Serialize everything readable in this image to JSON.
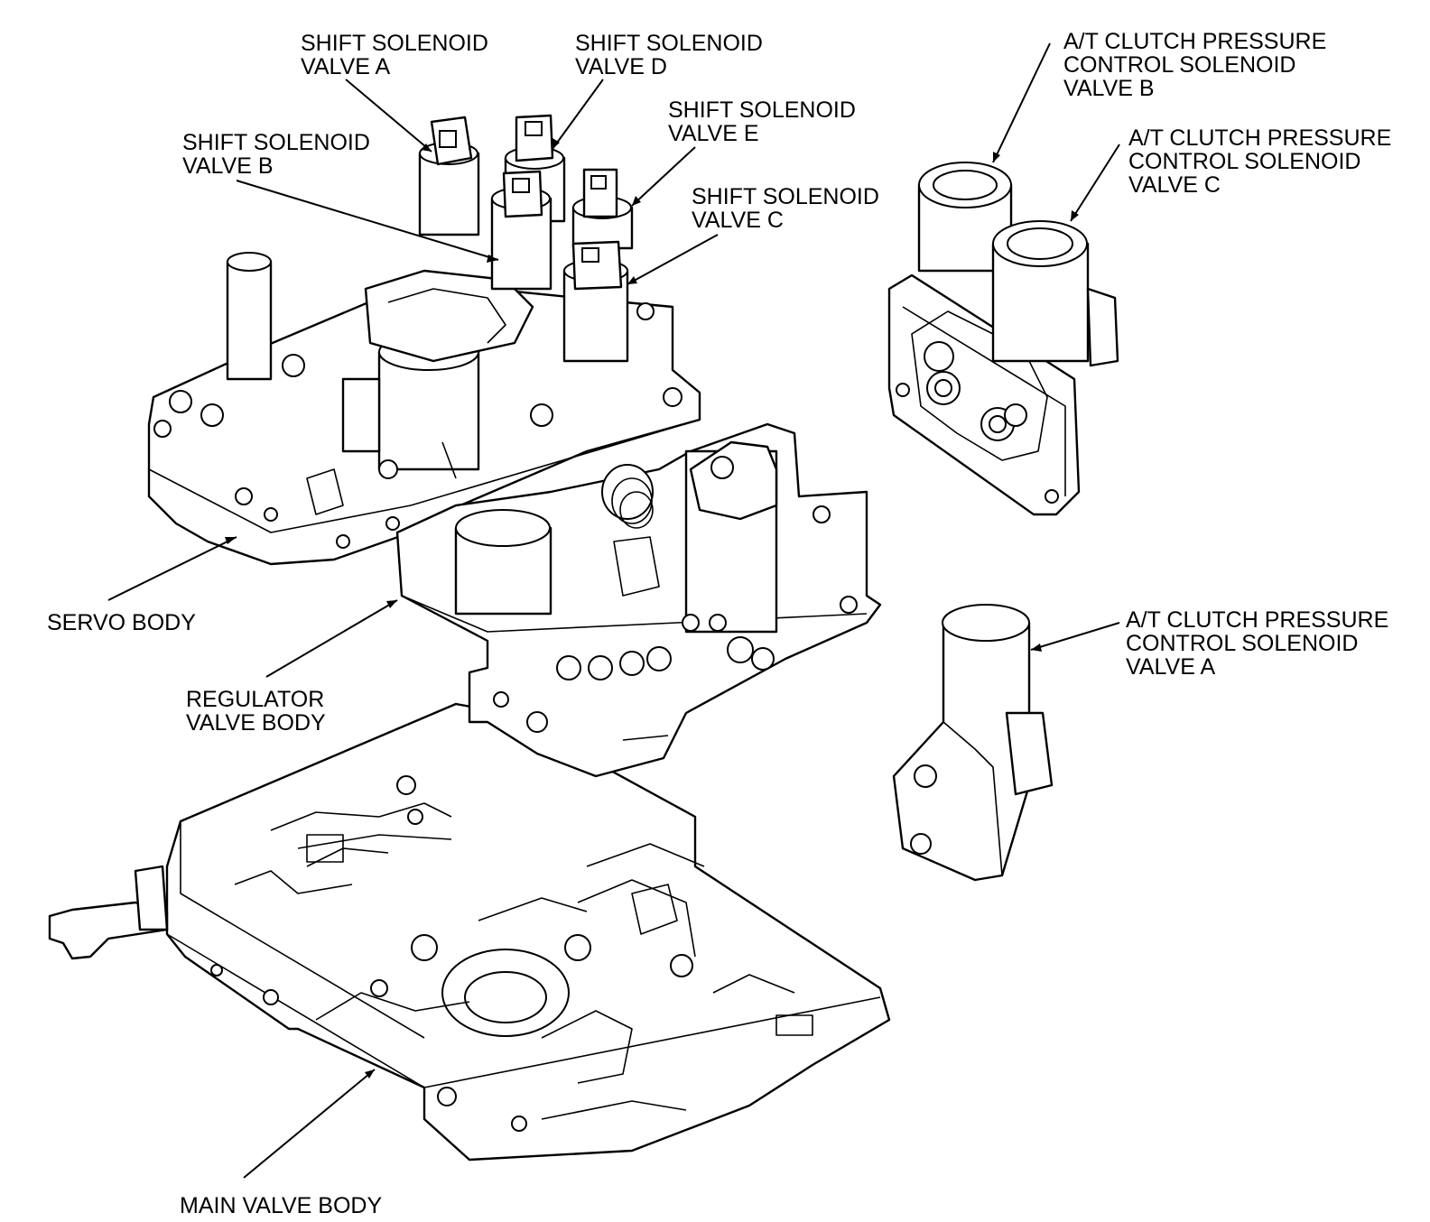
{
  "labels": {
    "shift_a": [
      "SHIFT SOLENOID",
      "VALVE A"
    ],
    "shift_d": [
      "SHIFT SOLENOID",
      "VALVE D"
    ],
    "shift_e": [
      "SHIFT SOLENOID",
      "VALVE E"
    ],
    "shift_b": [
      "SHIFT SOLENOID",
      "VALVE B"
    ],
    "shift_c": [
      "SHIFT SOLENOID",
      "VALVE C"
    ],
    "atcp_b": [
      "A/T CLUTCH PRESSURE",
      "CONTROL SOLENOID",
      "VALVE B"
    ],
    "atcp_c": [
      "A/T CLUTCH PRESSURE",
      "CONTROL SOLENOID",
      "VALVE C"
    ],
    "atcp_a": [
      "A/T CLUTCH PRESSURE",
      "CONTROL SOLENOID",
      "VALVE A"
    ],
    "servo_body": [
      "SERVO BODY"
    ],
    "regulator_body": [
      "REGULATOR",
      "VALVE BODY"
    ],
    "main_body": [
      "MAIN VALVE BODY"
    ]
  }
}
